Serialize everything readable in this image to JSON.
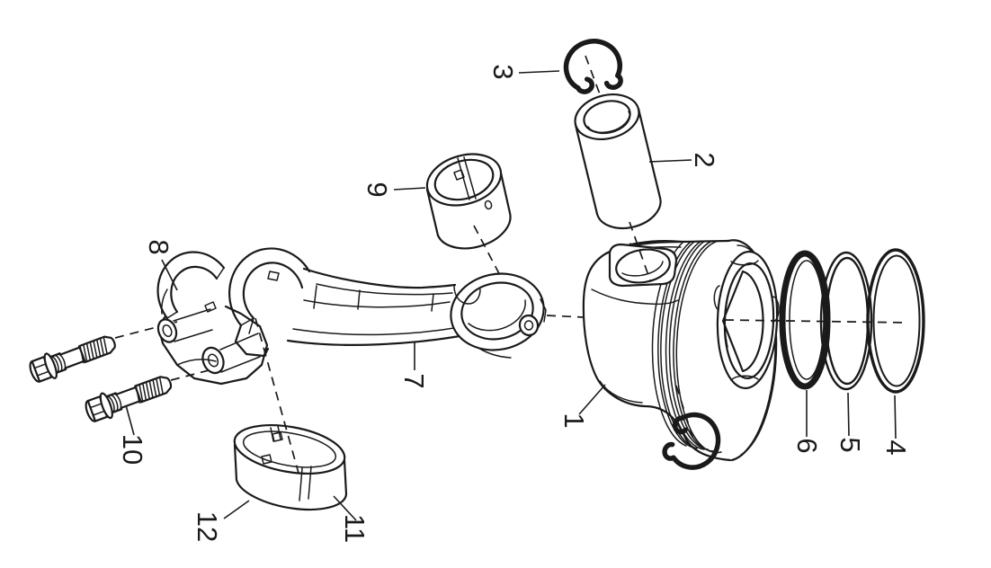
{
  "diagram": {
    "background_color": "#ffffff",
    "line_color": "#1a1a1a",
    "callouts": [
      {
        "label": "1"
      },
      {
        "label": "2"
      },
      {
        "label": "3"
      },
      {
        "label": "4"
      },
      {
        "label": "5"
      },
      {
        "label": "6"
      },
      {
        "label": "7"
      },
      {
        "label": "8"
      },
      {
        "label": "9"
      },
      {
        "label": "10"
      },
      {
        "label": "11"
      },
      {
        "label": "12"
      }
    ]
  }
}
